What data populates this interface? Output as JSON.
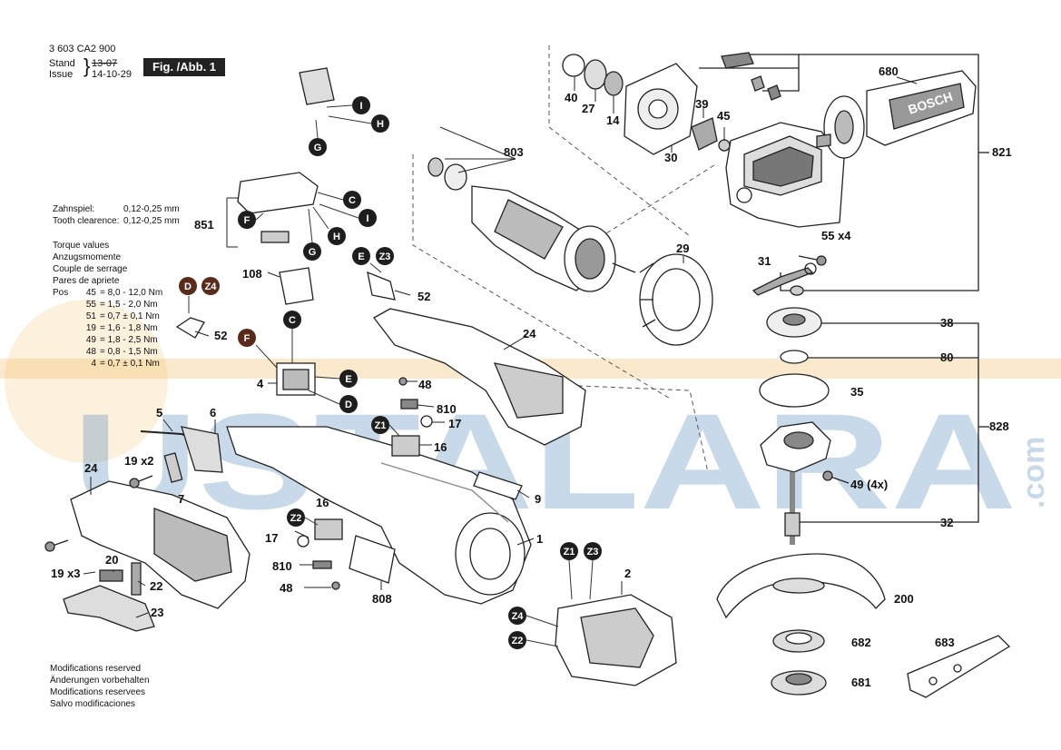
{
  "header": {
    "part_number": "3 603 CA2 900",
    "stand_label": "Stand",
    "issue_label": "Issue",
    "stand_date": "13-07",
    "issue_date": "14-10-29",
    "figure_label": "Fig. /Abb. 1"
  },
  "clearance": {
    "de_label": "Zahnspiel:",
    "en_label": "Tooth clearence:",
    "value": "0,12-0,25 mm"
  },
  "torque": {
    "lines": [
      "Torque values",
      "Anzugsmomente",
      "Couple de serrage",
      "Pares de apriete"
    ],
    "pos_label": "Pos",
    "rows": [
      {
        "pos": "45",
        "val": "= 8,0 - 12,0 Nm"
      },
      {
        "pos": "55",
        "val": "= 1,5 - 2,0 Nm"
      },
      {
        "pos": "51",
        "val": "= 0,7 ± 0,1 Nm"
      },
      {
        "pos": "19",
        "val": "= 1,6 - 1,8 Nm"
      },
      {
        "pos": "49",
        "val": "= 1,8 - 2,5 Nm"
      },
      {
        "pos": "48",
        "val": "= 0,8 - 1,5 Nm"
      },
      {
        "pos": "4",
        "val": "= 0,7 ± 0,1 Nm"
      }
    ]
  },
  "footer": [
    "Modifications reserved",
    "Änderungen vorbehalten",
    "Modifications reservees",
    "Salvo modificaciones"
  ],
  "watermark": {
    "text": "USTALARA",
    "suffix": ".com"
  },
  "brand": "BOSCH",
  "part_labels": [
    {
      "id": "p40",
      "text": "40"
    },
    {
      "id": "p27",
      "text": "27"
    },
    {
      "id": "p14",
      "text": "14"
    },
    {
      "id": "p30",
      "text": "30"
    },
    {
      "id": "p39",
      "text": "39"
    },
    {
      "id": "p45",
      "text": "45"
    },
    {
      "id": "p680",
      "text": "680"
    },
    {
      "id": "p821",
      "text": "821"
    },
    {
      "id": "p803",
      "text": "803"
    },
    {
      "id": "p29",
      "text": "29"
    },
    {
      "id": "p55",
      "text": "55 x4"
    },
    {
      "id": "p31",
      "text": "31"
    },
    {
      "id": "p38",
      "text": "38"
    },
    {
      "id": "p80",
      "text": "80"
    },
    {
      "id": "p35",
      "text": "35"
    },
    {
      "id": "p828",
      "text": "828"
    },
    {
      "id": "p49",
      "text": "49 (4x)"
    },
    {
      "id": "p32",
      "text": "32"
    },
    {
      "id": "p200",
      "text": "200"
    },
    {
      "id": "p682",
      "text": "682"
    },
    {
      "id": "p681",
      "text": "681"
    },
    {
      "id": "p683",
      "text": "683"
    },
    {
      "id": "p851",
      "text": "851"
    },
    {
      "id": "p108",
      "text": "108"
    },
    {
      "id": "p52a",
      "text": "52"
    },
    {
      "id": "p52b",
      "text": "52"
    },
    {
      "id": "p24a",
      "text": "24"
    },
    {
      "id": "p24b",
      "text": "24"
    },
    {
      "id": "p4",
      "text": "4"
    },
    {
      "id": "p48a",
      "text": "48"
    },
    {
      "id": "p810a",
      "text": "810"
    },
    {
      "id": "p17a",
      "text": "17"
    },
    {
      "id": "p16a",
      "text": "16"
    },
    {
      "id": "p5",
      "text": "5"
    },
    {
      "id": "p6",
      "text": "6"
    },
    {
      "id": "p19x2",
      "text": "19 x2"
    },
    {
      "id": "p7",
      "text": "7"
    },
    {
      "id": "p9",
      "text": "9"
    },
    {
      "id": "p1",
      "text": "1"
    },
    {
      "id": "p16b",
      "text": "16"
    },
    {
      "id": "p17b",
      "text": "17"
    },
    {
      "id": "p810b",
      "text": "810"
    },
    {
      "id": "p48b",
      "text": "48"
    },
    {
      "id": "p808",
      "text": "808"
    },
    {
      "id": "p19x3",
      "text": "19 x3"
    },
    {
      "id": "p20",
      "text": "20"
    },
    {
      "id": "p22",
      "text": "22"
    },
    {
      "id": "p23",
      "text": "23"
    },
    {
      "id": "p2",
      "text": "2"
    }
  ],
  "bubbles": [
    {
      "id": "b1",
      "text": "I",
      "color": "#1e1e1e"
    },
    {
      "id": "b2",
      "text": "H",
      "color": "#1e1e1e"
    },
    {
      "id": "b3",
      "text": "G",
      "color": "#1e1e1e"
    },
    {
      "id": "b4",
      "text": "C",
      "color": "#1e1e1e"
    },
    {
      "id": "b5",
      "text": "F",
      "color": "#1e1e1e"
    },
    {
      "id": "b6",
      "text": "I",
      "color": "#1e1e1e"
    },
    {
      "id": "b7",
      "text": "G",
      "color": "#1e1e1e"
    },
    {
      "id": "b8",
      "text": "H",
      "color": "#1e1e1e"
    },
    {
      "id": "b9",
      "text": "E",
      "color": "#1e1e1e"
    },
    {
      "id": "b10",
      "text": "Z3",
      "color": "#1e1e1e"
    },
    {
      "id": "b11",
      "text": "D",
      "color": "#5a2a1a"
    },
    {
      "id": "b12",
      "text": "Z4",
      "color": "#5a2a1a"
    },
    {
      "id": "b13",
      "text": "C",
      "color": "#1e1e1e"
    },
    {
      "id": "b14",
      "text": "F",
      "color": "#5a2a1a"
    },
    {
      "id": "b15",
      "text": "E",
      "color": "#1e1e1e"
    },
    {
      "id": "b16",
      "text": "D",
      "color": "#1e1e1e"
    },
    {
      "id": "b17",
      "text": "Z1",
      "color": "#1e1e1e"
    },
    {
      "id": "b18",
      "text": "Z2",
      "color": "#1e1e1e"
    },
    {
      "id": "b19",
      "text": "Z1",
      "color": "#1e1e1e"
    },
    {
      "id": "b20",
      "text": "Z3",
      "color": "#1e1e1e"
    },
    {
      "id": "b21",
      "text": "Z4",
      "color": "#1e1e1e"
    },
    {
      "id": "b22",
      "text": "Z2",
      "color": "#1e1e1e"
    }
  ]
}
